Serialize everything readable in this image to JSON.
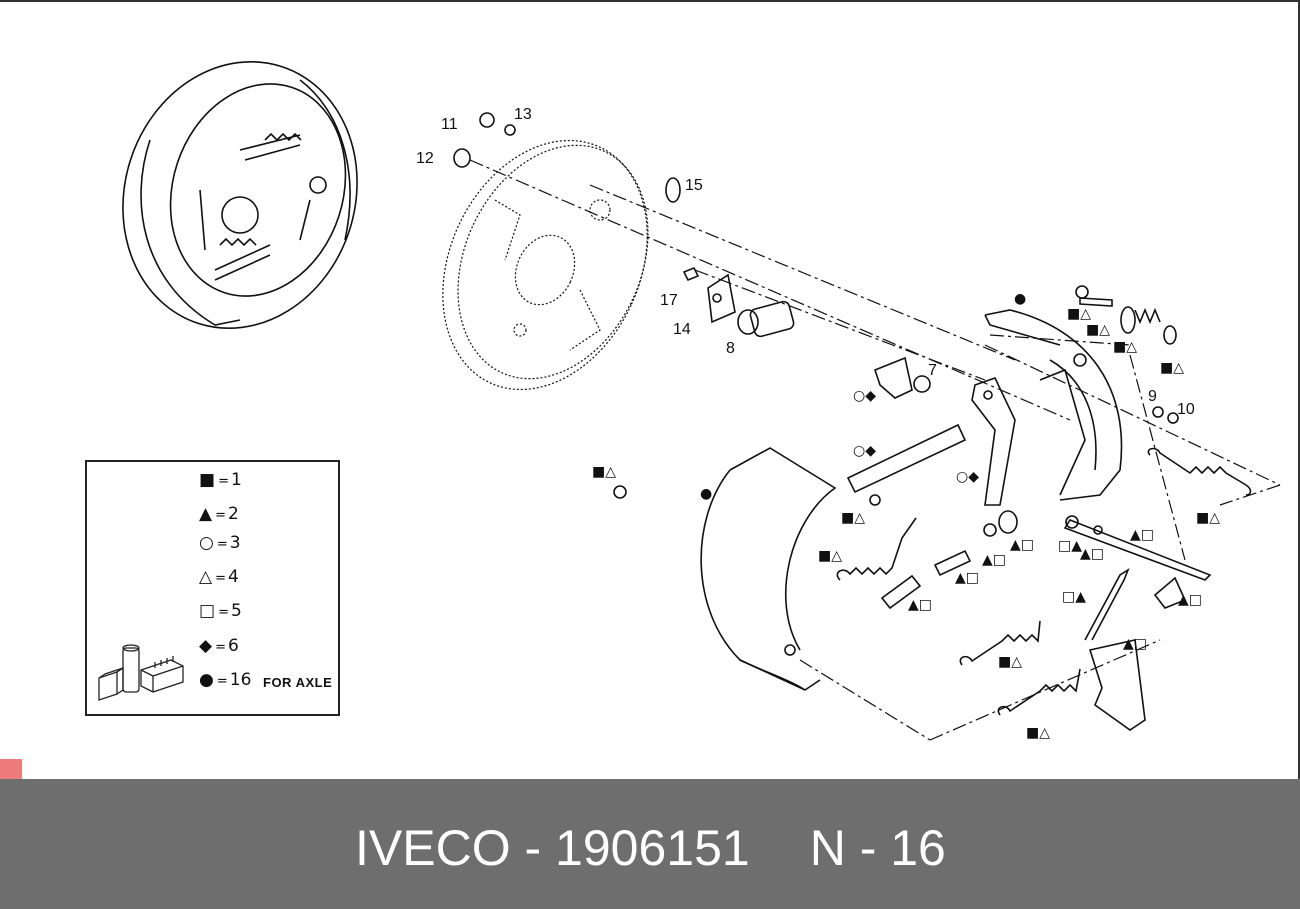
{
  "callouts": [
    "11",
    "13",
    "12",
    "15",
    "17",
    "14",
    "8",
    "7",
    "9",
    "10"
  ],
  "symbols": {
    "square_filled": "■",
    "triangle_filled": "▲",
    "circle_open": "○",
    "triangle_open": "△",
    "square_open": "□",
    "diamond_filled": "◆",
    "circle_filled": "●"
  },
  "legend": {
    "items": [
      {
        "symbol": "■",
        "sep": "=",
        "value": "1"
      },
      {
        "symbol": "▲",
        "sep": "=",
        "value": "2"
      },
      {
        "symbol": "○",
        "sep": "=",
        "value": "3"
      },
      {
        "symbol": "△",
        "sep": "=",
        "value": "4"
      },
      {
        "symbol": "□",
        "sep": "=",
        "value": "5"
      },
      {
        "symbol": "◆",
        "sep": "=",
        "value": "6"
      },
      {
        "symbol": "●",
        "sep": "=",
        "value": "16"
      }
    ],
    "note": "FOR AXLE"
  },
  "footer": {
    "brand_part": "IVECO - 1906151",
    "page_ref": "N - 16"
  },
  "colors": {
    "footer_bg": "#6e6e6e",
    "footer_text": "#ffffff",
    "line": "#111111",
    "corner_mark": "#ef7c7c"
  }
}
